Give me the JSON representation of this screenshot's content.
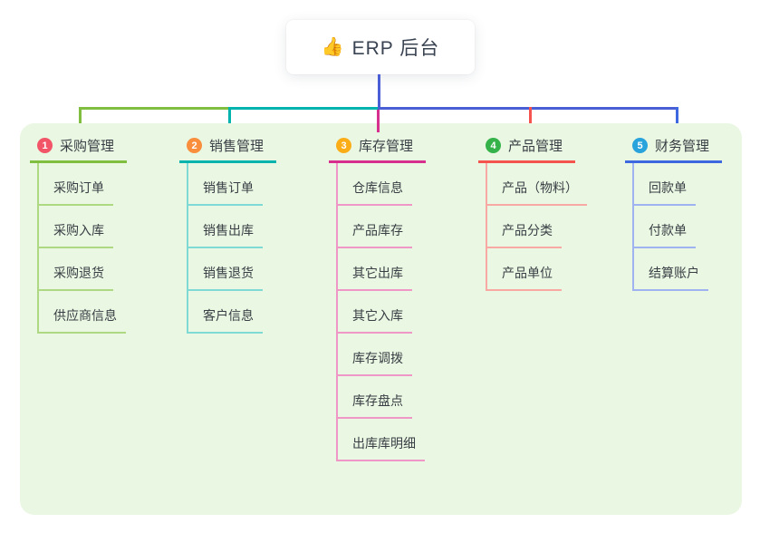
{
  "root": {
    "icon": "👍",
    "label": "ERP 后台"
  },
  "colors": {
    "panel_bg": "#eaf7e3",
    "root_connector": "#4a5fd6",
    "text": "#3b4045"
  },
  "branches": [
    {
      "badge": "1",
      "title": "采购管理",
      "main_color": "#7fbe3f",
      "light_color": "#aed881",
      "badge_color": "#f25468",
      "children": [
        "采购订单",
        "采购入库",
        "采购退货",
        "供应商信息"
      ]
    },
    {
      "badge": "2",
      "title": "销售管理",
      "main_color": "#00b3ac",
      "light_color": "#7fd9d4",
      "badge_color": "#f98e3d",
      "children": [
        "销售订单",
        "销售出库",
        "销售退货",
        "客户信息"
      ]
    },
    {
      "badge": "3",
      "title": "库存管理",
      "main_color": "#d62f8d",
      "light_color": "#ef97c6",
      "badge_color": "#fbad18",
      "children": [
        "仓库信息",
        "产品库存",
        "其它出库",
        "其它入库",
        "库存调拨",
        "库存盘点",
        "出库库明细"
      ]
    },
    {
      "badge": "4",
      "title": "产品管理",
      "main_color": "#f4534e",
      "light_color": "#f9a9a4",
      "badge_color": "#35b34a",
      "children": [
        "产品（物料）",
        "产品分类",
        "产品单位"
      ]
    },
    {
      "badge": "5",
      "title": "财务管理",
      "main_color": "#3d68e0",
      "light_color": "#9eb3f0",
      "badge_color": "#29a3dc",
      "children": [
        "回款单",
        "付款单",
        "结算账户"
      ]
    }
  ]
}
